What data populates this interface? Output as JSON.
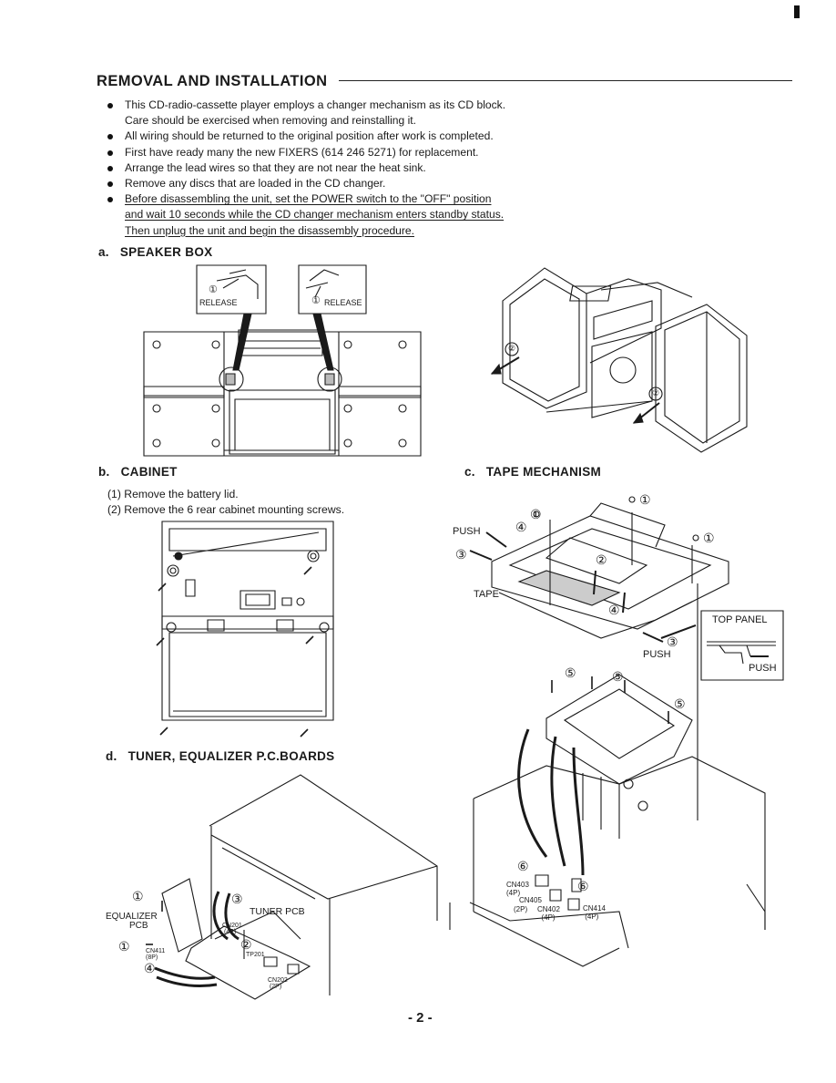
{
  "header": {
    "title": "REMOVAL AND INSTALLATION"
  },
  "notes": [
    {
      "lines": [
        "This CD-radio-cassette player employs a changer mechanism as its CD block.",
        "Care should be exercised when removing and reinstalling it."
      ],
      "underlined": false
    },
    {
      "lines": [
        "All wiring should be returned to the original position after work is completed."
      ],
      "underlined": false
    },
    {
      "lines": [
        "First have ready many the new FIXERS (614 246 5271) for replacement."
      ],
      "underlined": false
    },
    {
      "lines": [
        "Arrange the lead wires so that they are not near the heat sink."
      ],
      "underlined": false
    },
    {
      "lines": [
        "Remove any discs that are loaded in the CD changer."
      ],
      "underlined": false
    },
    {
      "lines": [
        "Before disassembling the unit, set the POWER switch to the \"OFF\" position",
        "and wait 10 seconds while the CD changer mechanism enters standby status.",
        "Then unplug the unit and begin the disassembly procedure."
      ],
      "underlined": true
    }
  ],
  "sections": {
    "a": {
      "letter": "a.",
      "title": "SPEAKER BOX",
      "release_label": "RELEASE",
      "step1": "①",
      "step2": "②"
    },
    "b": {
      "letter": "b.",
      "title": "CABINET",
      "steps": [
        "(1) Remove the battery lid.",
        "(2) Remove the 6 rear cabinet mounting screws."
      ]
    },
    "c": {
      "letter": "c.",
      "title": "TAPE MECHANISM",
      "push_label": "PUSH",
      "tape_label": "TAPE",
      "top_panel_label": "TOP PANEL",
      "connectors": {
        "cn403": "CN403",
        "cn403_pins": "(4P)",
        "cn405": "CN405",
        "cn405_pins": "(2P)",
        "cn402": "CN402",
        "cn402_pins": "(4P)",
        "cn414": "CN414",
        "cn414_pins": "(4P)"
      }
    },
    "d": {
      "letter": "d.",
      "title": "TUNER, EQUALIZER P.C.BOARDS",
      "equalizer_label": "EQUALIZER",
      "pcb_label": "PCB",
      "tuner_label": "TUNER PCB",
      "connectors": {
        "cn201": "CN201",
        "cn201_pins": "(4P)",
        "cn411": "CN411",
        "cn411_pins": "(8P)",
        "cn202": "CN202",
        "cn202_pins": "(2P)",
        "tp201": "TP201"
      }
    }
  },
  "circled": {
    "c1": "①",
    "c2": "②",
    "c3": "③",
    "c4": "④",
    "c5": "⑤",
    "c6": "⑥"
  },
  "footer": {
    "page": "- 2 -"
  }
}
